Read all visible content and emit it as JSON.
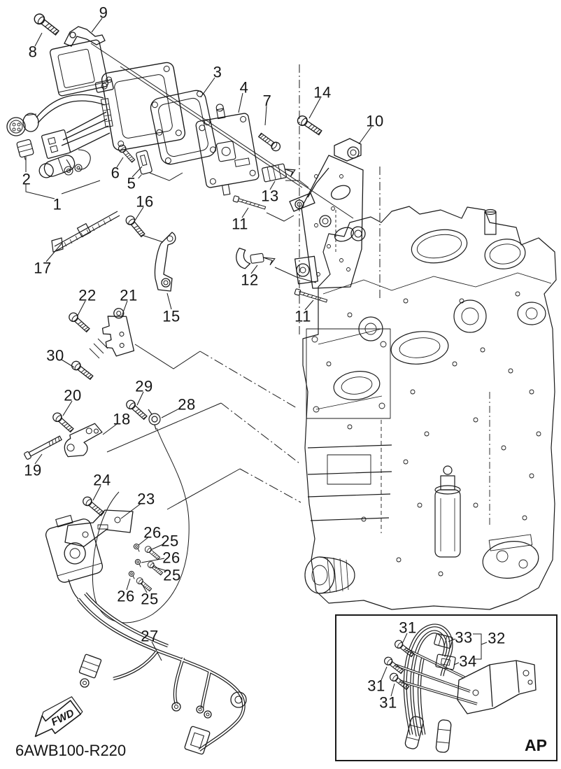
{
  "diagram": {
    "drawing_number": "6AWB100-R220",
    "fwd_marker": "FWD",
    "inset": {
      "corner_label": "AP"
    },
    "colors": {
      "line": "#1a1a1a",
      "background": "#ffffff"
    },
    "callouts": [
      {
        "label": "8"
      },
      {
        "label": "9"
      },
      {
        "label": "3"
      },
      {
        "label": "4"
      },
      {
        "label": "7"
      },
      {
        "label": "14"
      },
      {
        "label": "10"
      },
      {
        "label": "6"
      },
      {
        "label": "5"
      },
      {
        "label": "2"
      },
      {
        "label": "1"
      },
      {
        "label": "13"
      },
      {
        "label": "11"
      },
      {
        "label": "16"
      },
      {
        "label": "17"
      },
      {
        "label": "12"
      },
      {
        "label": "15"
      },
      {
        "label": "11"
      },
      {
        "label": "22"
      },
      {
        "label": "21"
      },
      {
        "label": "30"
      },
      {
        "label": "20"
      },
      {
        "label": "29"
      },
      {
        "label": "28"
      },
      {
        "label": "18"
      },
      {
        "label": "19"
      },
      {
        "label": "24"
      },
      {
        "label": "23"
      },
      {
        "label": "26"
      },
      {
        "label": "25"
      },
      {
        "label": "26"
      },
      {
        "label": "25"
      },
      {
        "label": "26"
      },
      {
        "label": "25"
      },
      {
        "label": "27"
      },
      {
        "label": "31"
      },
      {
        "label": "33"
      },
      {
        "label": "32"
      },
      {
        "label": "34"
      },
      {
        "label": "31"
      },
      {
        "label": "31"
      }
    ]
  }
}
